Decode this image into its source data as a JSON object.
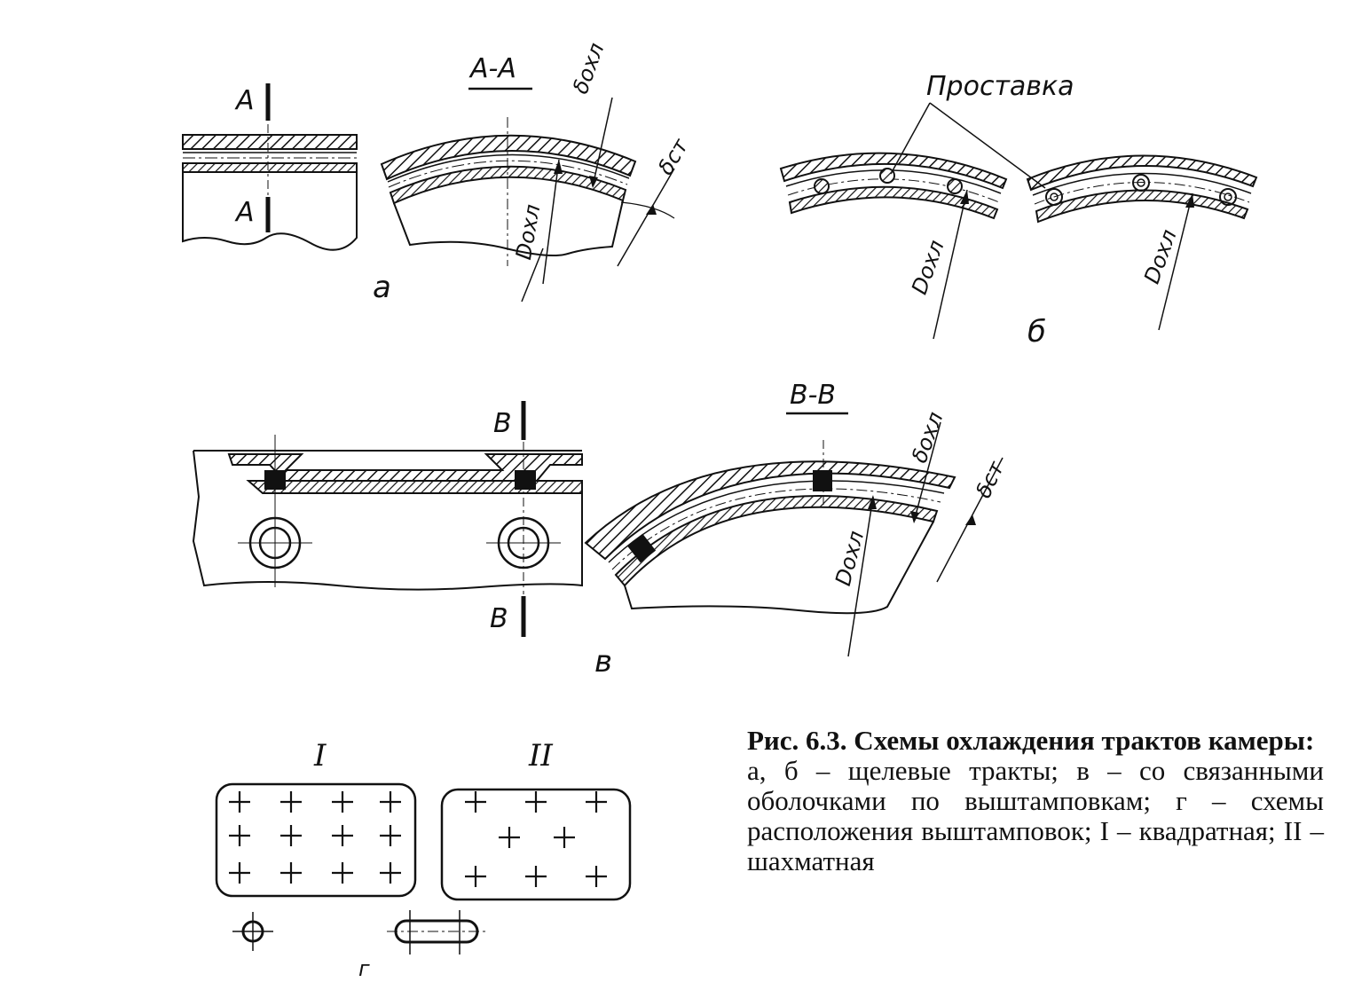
{
  "panels": {
    "a": {
      "label": "а",
      "section_marker_top": "А",
      "section_marker_bottom": "А",
      "section_title": "А-А",
      "dim_gap": "δохл",
      "dim_wall": "δст",
      "dim_diameter": "Dохл"
    },
    "b": {
      "label": "б",
      "spacer_label": "Проставка",
      "dim_diameter_left": "Dохл",
      "dim_diameter_right": "Dохл"
    },
    "v": {
      "label": "в",
      "section_marker_top": "В",
      "section_marker_bottom": "В",
      "section_title": "В-В",
      "dim_gap": "δохл",
      "dim_wall": "δст",
      "dim_diameter": "Dохл"
    },
    "g": {
      "label": "г",
      "pattern_1": "I",
      "pattern_2": "II"
    }
  },
  "caption": {
    "title": "Рис. 6.3. Схемы охлаждения трактов камеры:",
    "body": "а, б – щелевые тракты; в – со связанными оболочками по выштамповкам; г – схемы расположения выштамповок; I – квадратная; II – шахматная"
  }
}
